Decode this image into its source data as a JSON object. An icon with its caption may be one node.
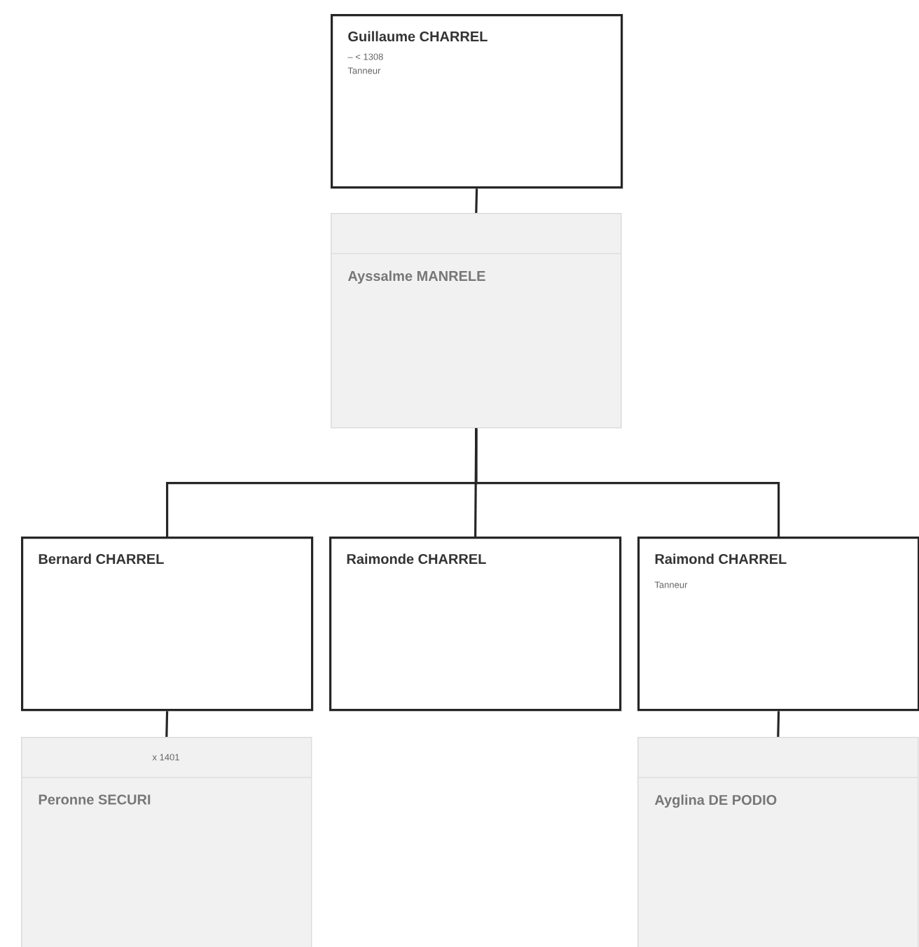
{
  "diagram": {
    "nodes": [
      {
        "text": [
          "Guillaume CHARREL",
          "– < 1308",
          "Tanneur"
        ]
      },
      {
        "text": [
          "Ayssalme MANRELE"
        ]
      },
      {
        "text": [
          "Bernard CHARREL"
        ]
      },
      {
        "text": [
          "Raimonde CHARREL"
        ]
      },
      {
        "text": [
          "Raimond CHARREL",
          "Tanneur"
        ]
      },
      {
        "text": [
          "x 1401",
          "Peronne SECURI"
        ]
      },
      {
        "text": [
          "Ayglina DE PODIO"
        ]
      }
    ],
    "edges": [
      {
        "from": 0,
        "to": 1,
        "arrow": "none"
      },
      {
        "from": 1,
        "to": 2,
        "arrow": "none"
      },
      {
        "from": 1,
        "to": 3,
        "arrow": "none"
      },
      {
        "from": 1,
        "to": 4,
        "arrow": "none"
      },
      {
        "from": 2,
        "to": 5,
        "arrow": "none"
      },
      {
        "from": 4,
        "to": 6,
        "arrow": "none"
      }
    ]
  }
}
